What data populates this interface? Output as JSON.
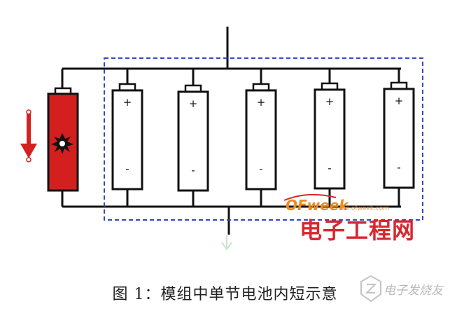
{
  "figure": {
    "cells": [
      {
        "id": "cell-short",
        "state": "short-circuit",
        "positive": "",
        "negative": ""
      },
      {
        "id": "cell-1",
        "state": "normal",
        "positive": "+",
        "negative": "-"
      },
      {
        "id": "cell-2",
        "state": "normal",
        "positive": "+",
        "negative": "-"
      },
      {
        "id": "cell-3",
        "state": "normal",
        "positive": "+",
        "negative": "-"
      },
      {
        "id": "cell-4",
        "state": "normal",
        "positive": "+",
        "negative": "-"
      },
      {
        "id": "cell-5",
        "state": "normal",
        "positive": "+",
        "negative": "-"
      }
    ],
    "colors": {
      "short_cell": "#d41f1f",
      "arrow": "#d42020",
      "wire": "#111111",
      "dashed_box": "#3348b8",
      "logo_orange": "#f08a1e",
      "logo_red": "#d9262e",
      "logo_url": "#f2a05a"
    },
    "icons": [
      "current-arrow-icon",
      "burst-icon",
      "ground-arrow-icon"
    ],
    "watermark": {
      "logo": "OFweek",
      "url": "ee.ofweek.com",
      "site_name": "电子工程网"
    }
  },
  "caption": "图 1：模组中单节电池内短示意",
  "corner_watermark": {
    "text": "电子发烧友"
  }
}
